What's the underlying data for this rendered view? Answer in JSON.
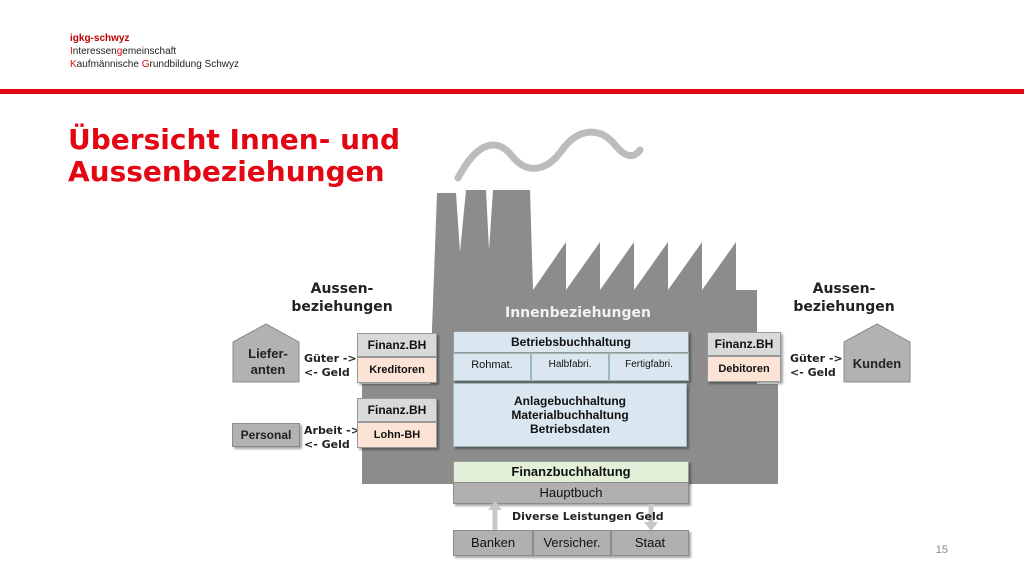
{
  "logo": {
    "org": "igkg-schwyz",
    "line2_hl": "I",
    "line2_rest": "nteressen",
    "line2_hl2": "g",
    "line2_rest2": "emeinschaft",
    "line3_hl": "K",
    "line3_rest": "aufmännische ",
    "line3_hl2": "G",
    "line3_rest2": "rundbildung Schwyz"
  },
  "title": {
    "line1": "Übersicht Innen- und",
    "line2": "Aussenbeziehungen"
  },
  "labels": {
    "aussen_left_1": "Aussen-",
    "aussen_left_2": "beziehungen",
    "aussen_right_1": "Aussen-",
    "aussen_right_2": "beziehungen",
    "innen": "Innenbeziehungen"
  },
  "left": {
    "lieferanten_1": "Liefer-",
    "lieferanten_2": "anten",
    "personal": "Personal",
    "flow1_1": "Güter ->",
    "flow1_2": "<- Geld",
    "flow2_1": "Arbeit ->",
    "flow2_2": "<- Geld",
    "finanz1": "Finanz.BH",
    "kreditoren": "Kreditoren",
    "finanz2": "Finanz.BH",
    "lohn": "Lohn-BH"
  },
  "right": {
    "finanz": "Finanz.BH",
    "debitoren": "Debitoren",
    "flow_1": "Güter ->",
    "flow_2": "<- Geld",
    "kunden": "Kunden"
  },
  "center": {
    "betrieb": "Betriebsbuchhaltung",
    "rohmat": "Rohmat.",
    "halbfabri": "Halbfabri.",
    "fertigfabri": "Fertigfabri.",
    "anlage": "Anlagebuchhaltung",
    "material": "Materialbuchhaltung",
    "betriebsdaten": "Betriebsdaten",
    "finanzbuch": "Finanzbuchhaltung",
    "hauptbuch": "Hauptbuch",
    "diverse": "Diverse Leistungen Geld",
    "banken": "Banken",
    "versicher": "Versicher.",
    "staat": "Staat"
  },
  "page_number": "15",
  "colors": {
    "accent": "#e30613",
    "factory": "#8c8c8c"
  }
}
